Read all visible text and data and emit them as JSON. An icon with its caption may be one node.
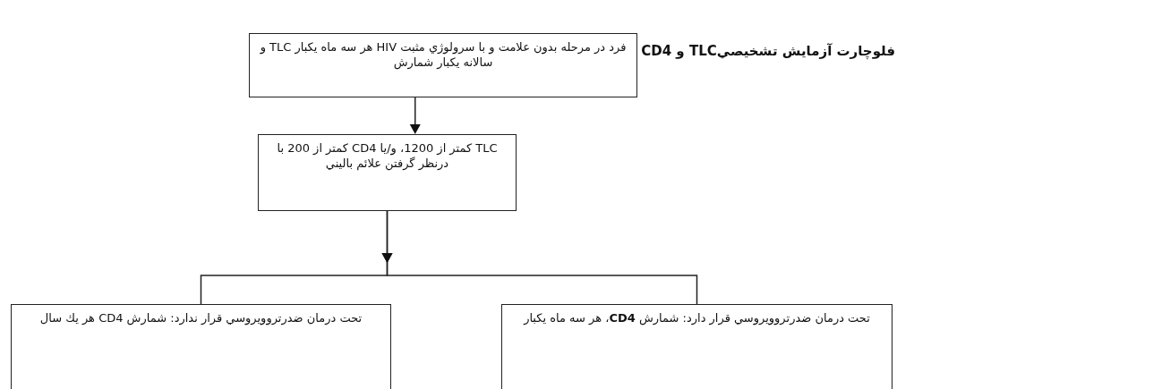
{
  "diagram": {
    "title": "فلوچارت آزمايش تشخيصيTLC و CD4",
    "nodes": [
      {
        "text": [
          "فرد در مرحله بدون علامت و با سرولوژي مثبت HIV هر سه ماه يكبار TLC و سالانه يكبار شمارش"
        ]
      },
      {
        "text": [
          "TLC كمتر از 1200، و/يا CD4 كمتر از 200 با درنظر گرفتن علائم باليني"
        ]
      },
      {
        "text": [
          "تحت درمان ضدرتروويروسي قرار ندارد: شمارش CD4 هر يك سال"
        ]
      },
      {
        "text": [
          "تحت درمان ضدرتروويروسي قرار دارد: شمارش **CD4**، هر سه ماه يكبار"
        ]
      }
    ],
    "edges": [
      {
        "from": 0,
        "to": 1,
        "arrow": "to"
      },
      {
        "from": 1,
        "to": 2,
        "arrow": "to"
      },
      {
        "from": 1,
        "to": 3,
        "arrow": "to"
      }
    ]
  }
}
